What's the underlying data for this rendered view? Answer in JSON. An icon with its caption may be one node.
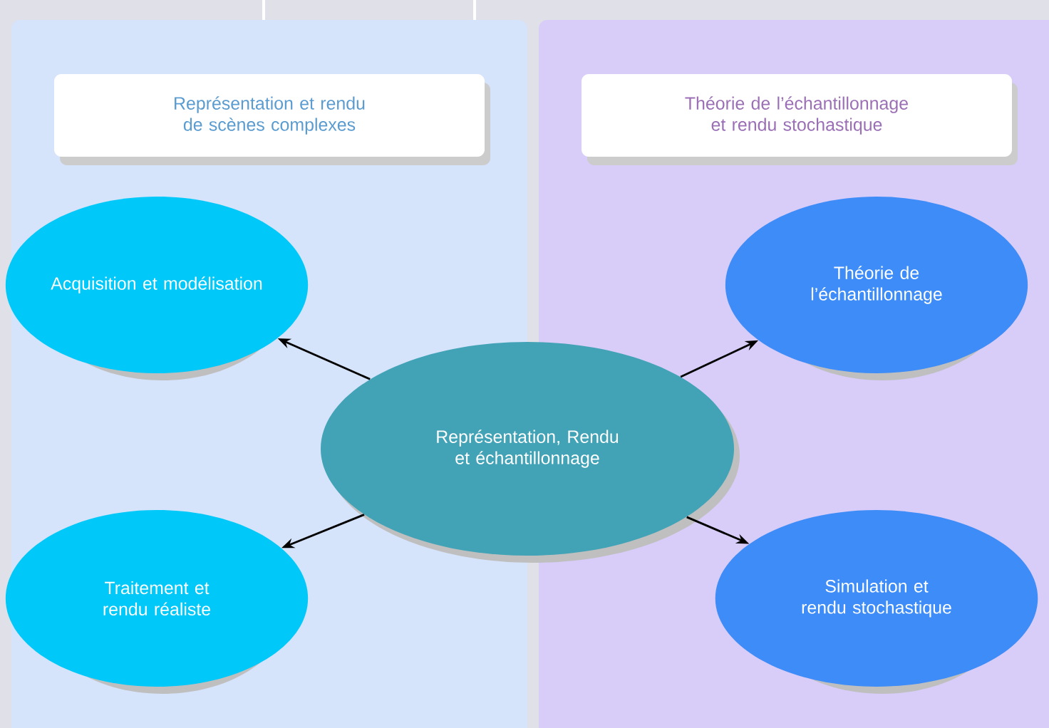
{
  "diagram": {
    "nodes": [
      {
        "text": [
          "Représentation et rendu de scènes complexes"
        ]
      },
      {
        "text": [
          "Théorie de l’échantillonnage et rendu stochastique"
        ]
      },
      {
        "text": [
          "Acquisition et modélisation"
        ]
      },
      {
        "text": [
          "Théorie de l’échantillonnage"
        ]
      },
      {
        "text": [
          "Représentation, Rendu et échantillonnage"
        ]
      },
      {
        "text": [
          "Traitement et rendu réaliste"
        ]
      },
      {
        "text": [
          "Simulation et rendu stochastique"
        ]
      }
    ],
    "edges": [
      {
        "from": 4,
        "to": 2,
        "arrow": "to"
      },
      {
        "from": 4,
        "to": 3,
        "arrow": "to"
      },
      {
        "from": 4,
        "to": 5,
        "arrow": "to"
      },
      {
        "from": 4,
        "to": 6,
        "arrow": "to"
      }
    ]
  }
}
